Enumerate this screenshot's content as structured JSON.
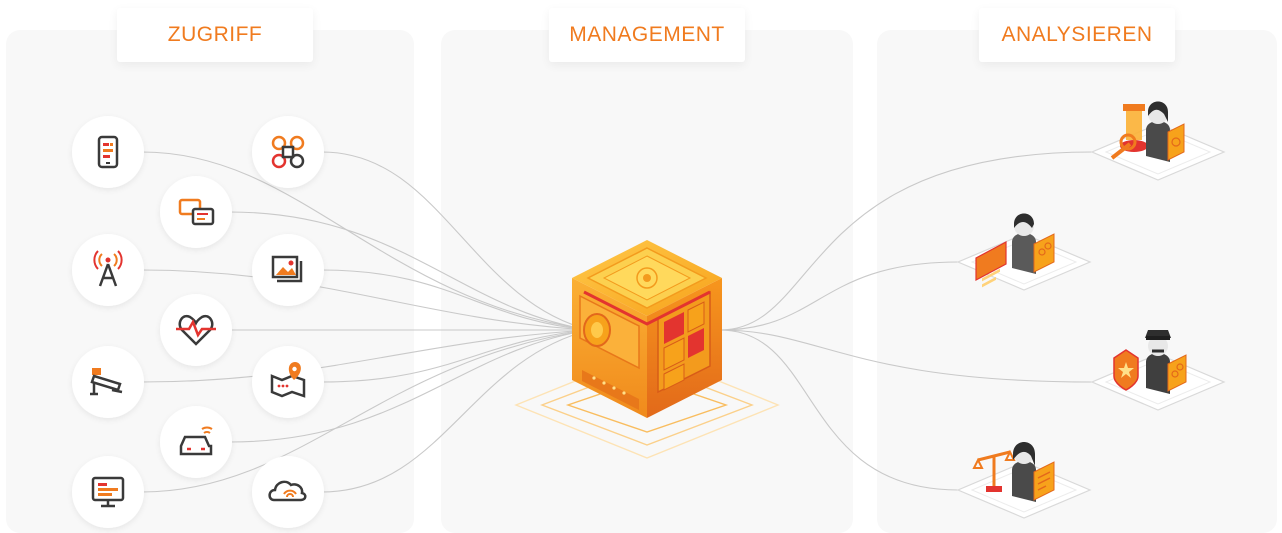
{
  "sections": {
    "left": {
      "title": "ZUGRIFF"
    },
    "middle": {
      "title": "MANAGEMENT"
    },
    "right": {
      "title": "ANALYSIEREN"
    }
  },
  "colors": {
    "accent": "#f07b1f",
    "accent_light": "#fbb034",
    "accent_red": "#e3342f",
    "dark": "#3a3a3a",
    "line": "#c9c9c9",
    "panel": "#f8f8f8"
  },
  "sources": [
    {
      "icon": "smartphone-icon"
    },
    {
      "icon": "drone-icon"
    },
    {
      "icon": "chat-messages-icon"
    },
    {
      "icon": "radio-tower-icon"
    },
    {
      "icon": "image-gallery-icon"
    },
    {
      "icon": "heartbeat-icon"
    },
    {
      "icon": "surveillance-camera-icon"
    },
    {
      "icon": "map-location-icon"
    },
    {
      "icon": "connected-car-icon"
    },
    {
      "icon": "computer-monitor-icon"
    },
    {
      "icon": "cloud-wifi-icon"
    }
  ],
  "hub": {
    "icon": "data-vault-cube-icon"
  },
  "outputs": [
    {
      "icon": "forensic-analyst-icon"
    },
    {
      "icon": "data-analyst-icon"
    },
    {
      "icon": "police-officer-icon"
    },
    {
      "icon": "legal-analyst-icon"
    }
  ]
}
